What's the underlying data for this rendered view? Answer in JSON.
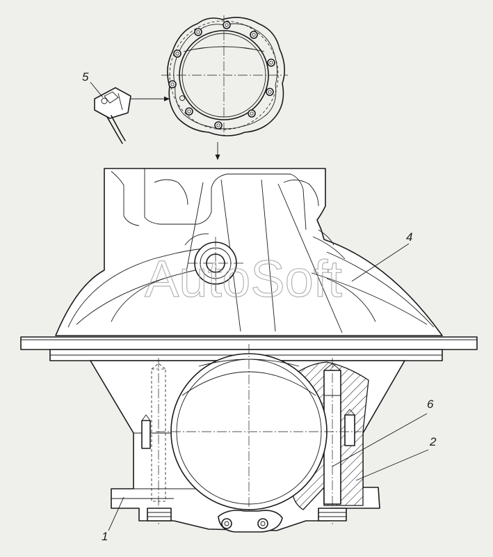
{
  "diagram": {
    "watermark": "AutoSoft",
    "callouts": [
      {
        "id": "1",
        "label": "1"
      },
      {
        "id": "2",
        "label": "2"
      },
      {
        "id": "4",
        "label": "4"
      },
      {
        "id": "5",
        "label": "5"
      },
      {
        "id": "6",
        "label": "6"
      }
    ]
  },
  "colors": {
    "background": "#efefec",
    "line": "#1a1a1a",
    "watermark": "#9a9a9a"
  }
}
